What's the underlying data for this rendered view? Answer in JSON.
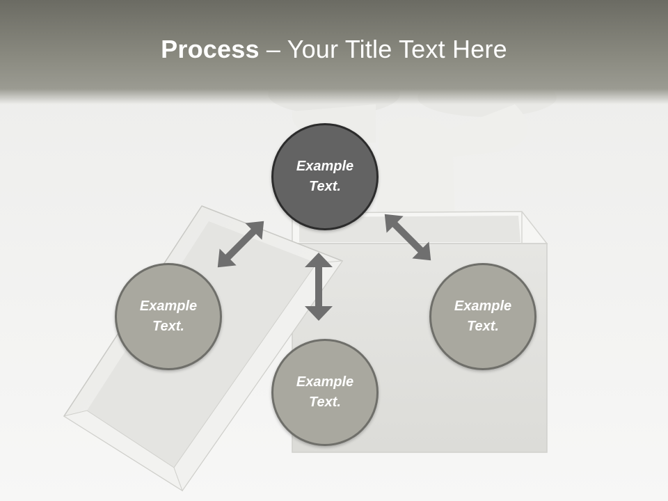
{
  "title": {
    "bold": "Process",
    "separator": " – ",
    "rest": "Your Title Text Here"
  },
  "nodes": [
    {
      "id": "top",
      "style": "dark",
      "label": "Example Text."
    },
    {
      "id": "left",
      "style": "light",
      "label": "Example Text."
    },
    {
      "id": "bottom",
      "style": "light",
      "label": "Example Text."
    },
    {
      "id": "right",
      "style": "light",
      "label": "Example Text."
    }
  ],
  "colors": {
    "title_bar": "#7a7a72",
    "dark_circle": "#636363",
    "light_circle": "#a9a89f",
    "arrow": "#6f6f6f"
  },
  "arrows": [
    {
      "from": "top",
      "to": "left",
      "type": "double-headed"
    },
    {
      "from": "top",
      "to": "right",
      "type": "double-headed"
    },
    {
      "from": "top",
      "to": "bottom",
      "type": "double-headed"
    }
  ],
  "background_icons": [
    "white-figure-icon",
    "open-box-icon",
    "box-lid-icon"
  ]
}
